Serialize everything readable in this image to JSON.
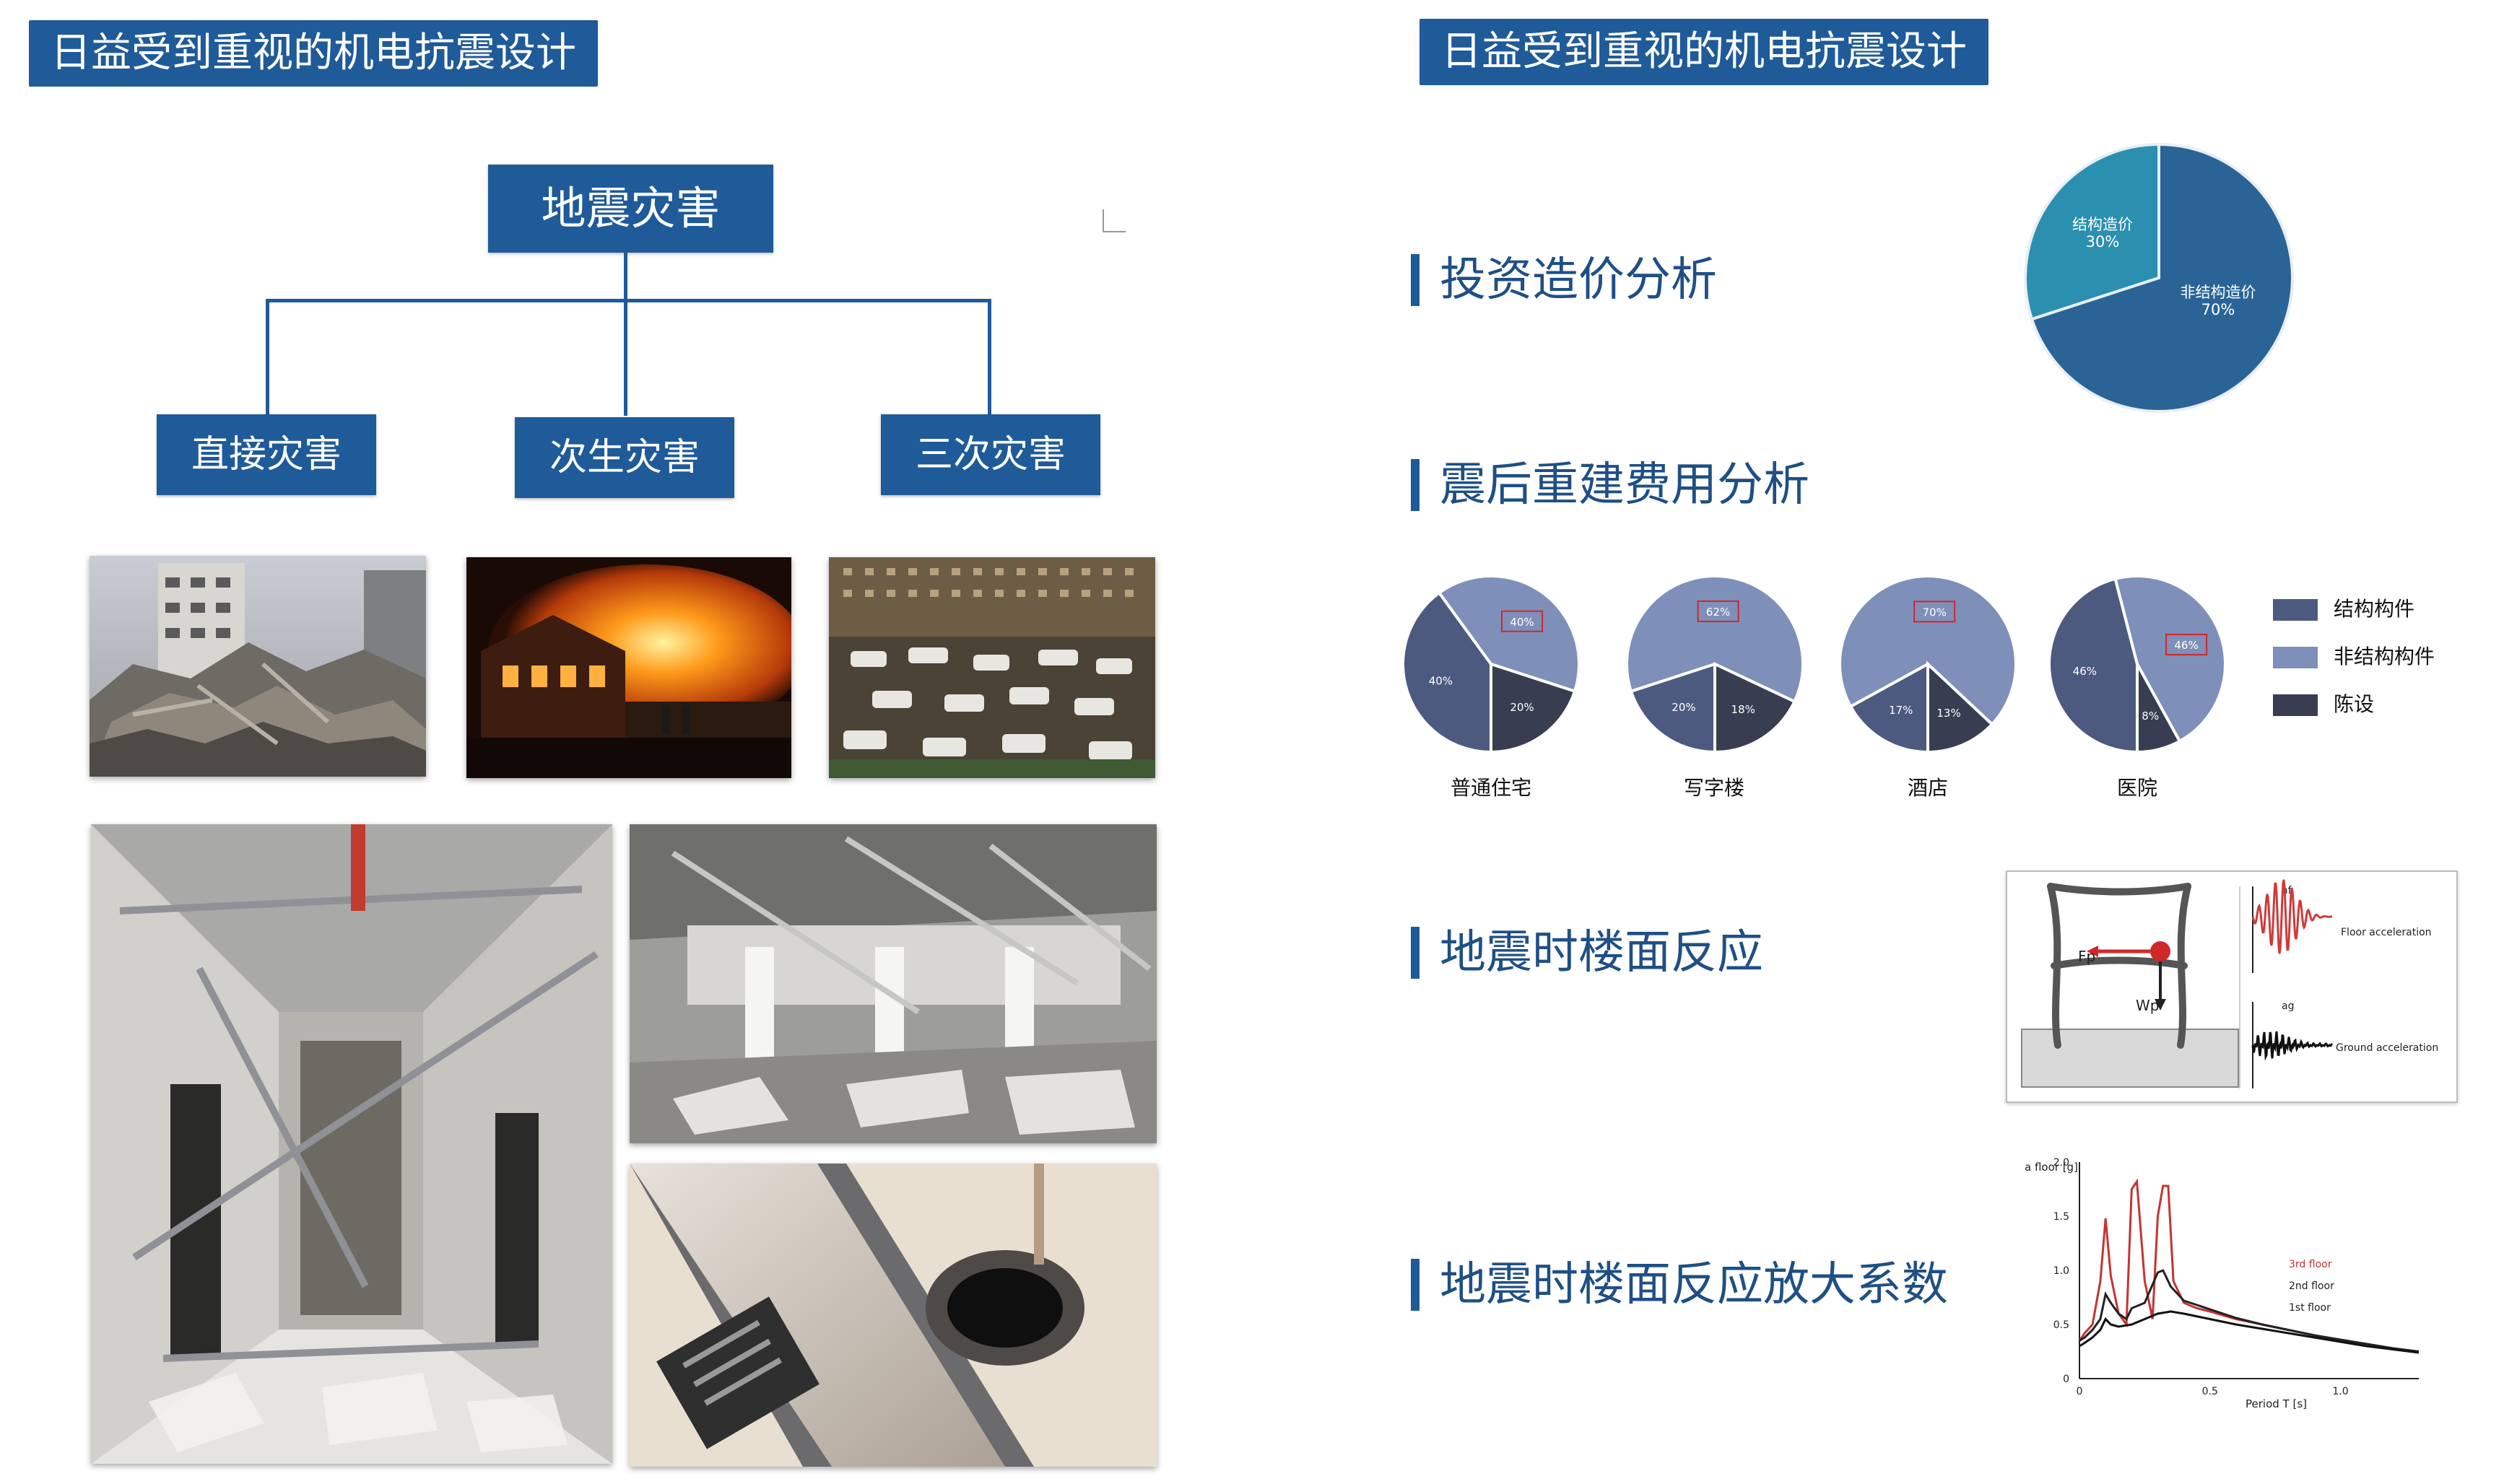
{
  "left": {
    "title": "日益受到重视的机电抗震设计",
    "tree": {
      "root": "地震灾害",
      "children": [
        "直接灾害",
        "次生灾害",
        "三次灾害"
      ]
    }
  },
  "right": {
    "title": "日益受到重视的机电抗震设计",
    "sections": [
      "投资造价分析",
      "震后重建费用分析",
      "地震时楼面反应",
      "地震时楼面反应放大系数"
    ],
    "investment_pie": {
      "slices": [
        {
          "label": "结构造价",
          "pct": "30%",
          "value": 30,
          "color": "#2b8fb0"
        },
        {
          "label": "非结构造价",
          "pct": "70%",
          "value": 70,
          "color": "#2a6496"
        }
      ]
    },
    "rebuild_pies": [
      {
        "label": "普通住宅",
        "values": [
          40,
          40,
          20
        ],
        "pcts": [
          "40%",
          "40%",
          "20%"
        ]
      },
      {
        "label": "写字楼",
        "values": [
          20,
          62,
          18
        ],
        "pcts": [
          "20%",
          "62%",
          "18%"
        ]
      },
      {
        "label": "酒店",
        "values": [
          17,
          70,
          13
        ],
        "pcts": [
          "17%",
          "70%",
          "13%"
        ]
      },
      {
        "label": "医院",
        "values": [
          46,
          46,
          8
        ],
        "pcts": [
          "46%",
          "46%",
          "8%"
        ]
      }
    ],
    "legend": [
      {
        "label": "结构构件",
        "color": "#4d5a80"
      },
      {
        "label": "非结构构件",
        "color": "#7e8fb9"
      },
      {
        "label": "陈设",
        "color": "#383d52"
      }
    ],
    "floor_response_diagram": {
      "fp": "Fp",
      "wp": "Wp",
      "af": "af",
      "ag": "ag",
      "floor_acc": "Floor acceleration",
      "ground_acc": "Ground acceleration"
    },
    "amplification_chart": {
      "ylabel": "a floor [g]",
      "xlabel": "Period T [s]",
      "yticks": [
        "2.0",
        "1.5",
        "1.0",
        "0.5",
        "0"
      ],
      "xticks": [
        "0",
        "0.5",
        "1.0"
      ],
      "series": [
        "3rd floor",
        "2nd floor",
        "1st floor"
      ]
    }
  },
  "chart_data": {
    "type": "line",
    "xlabel": "Period T [s]",
    "ylabel": "a floor [g]",
    "xlim": [
      0,
      1.3
    ],
    "ylim": [
      0,
      2.0
    ],
    "series": [
      {
        "name": "3rd floor",
        "color": "#c43434",
        "x": [
          0.0,
          0.02,
          0.05,
          0.08,
          0.1,
          0.12,
          0.15,
          0.18,
          0.2,
          0.22,
          0.25,
          0.28,
          0.3,
          0.32,
          0.34,
          0.36,
          0.4,
          0.45,
          0.5,
          0.6,
          0.7,
          0.8,
          0.9,
          1.0,
          1.1,
          1.2,
          1.3
        ],
        "y": [
          0.35,
          0.42,
          0.5,
          0.9,
          1.48,
          0.95,
          0.6,
          0.5,
          1.75,
          1.82,
          0.9,
          0.55,
          1.5,
          1.78,
          1.78,
          0.9,
          0.7,
          0.65,
          0.62,
          0.55,
          0.5,
          0.45,
          0.4,
          0.35,
          0.32,
          0.28,
          0.25
        ]
      },
      {
        "name": "2nd floor",
        "color": "#222222",
        "x": [
          0.0,
          0.02,
          0.05,
          0.08,
          0.1,
          0.12,
          0.15,
          0.18,
          0.2,
          0.25,
          0.3,
          0.32,
          0.35,
          0.4,
          0.45,
          0.5,
          0.6,
          0.7,
          0.8,
          0.9,
          1.0,
          1.1,
          1.2,
          1.3
        ],
        "y": [
          0.35,
          0.38,
          0.45,
          0.55,
          0.78,
          0.7,
          0.6,
          0.55,
          0.65,
          0.7,
          0.98,
          1.0,
          0.85,
          0.72,
          0.68,
          0.64,
          0.56,
          0.5,
          0.45,
          0.4,
          0.36,
          0.32,
          0.28,
          0.25
        ]
      },
      {
        "name": "1st floor",
        "color": "#111111",
        "x": [
          0.0,
          0.02,
          0.05,
          0.08,
          0.1,
          0.12,
          0.15,
          0.2,
          0.25,
          0.3,
          0.35,
          0.4,
          0.5,
          0.6,
          0.7,
          0.8,
          0.9,
          1.0,
          1.1,
          1.2,
          1.3
        ],
        "y": [
          0.3,
          0.33,
          0.38,
          0.45,
          0.55,
          0.5,
          0.48,
          0.5,
          0.55,
          0.6,
          0.62,
          0.6,
          0.55,
          0.5,
          0.46,
          0.42,
          0.38,
          0.34,
          0.3,
          0.27,
          0.24
        ]
      }
    ]
  }
}
